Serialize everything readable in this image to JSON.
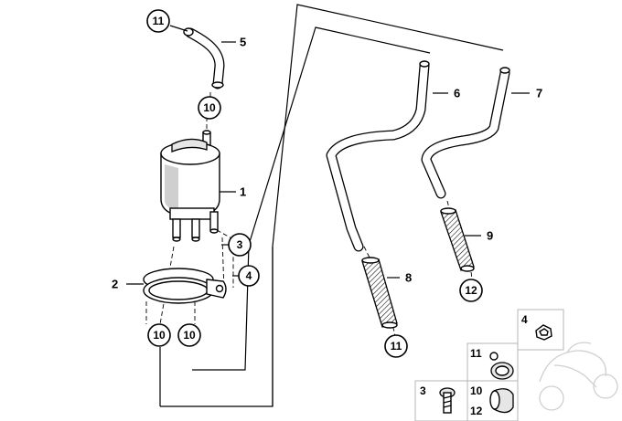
{
  "parts": {
    "housing": "1",
    "clamp": "2",
    "screw": "3",
    "nut": "4",
    "hose_top": "5",
    "hose_middle": "6",
    "hose_right": "7",
    "sleeve_left": "8",
    "sleeve_right": "9",
    "hose_clamp_10": "10",
    "hose_clamp_11": "11",
    "hose_clamp_12": "12"
  },
  "legend": {
    "item_4": "4",
    "item_11": "11",
    "item_3": "3",
    "item_10": "10",
    "item_12": "12"
  },
  "colors": {
    "stroke": "#000000",
    "fill": "#ffffff",
    "shadow": "#cfcfcf",
    "legend_frame": "#b5b5b5",
    "ghost_motorcycle": "#d0d0d0"
  }
}
